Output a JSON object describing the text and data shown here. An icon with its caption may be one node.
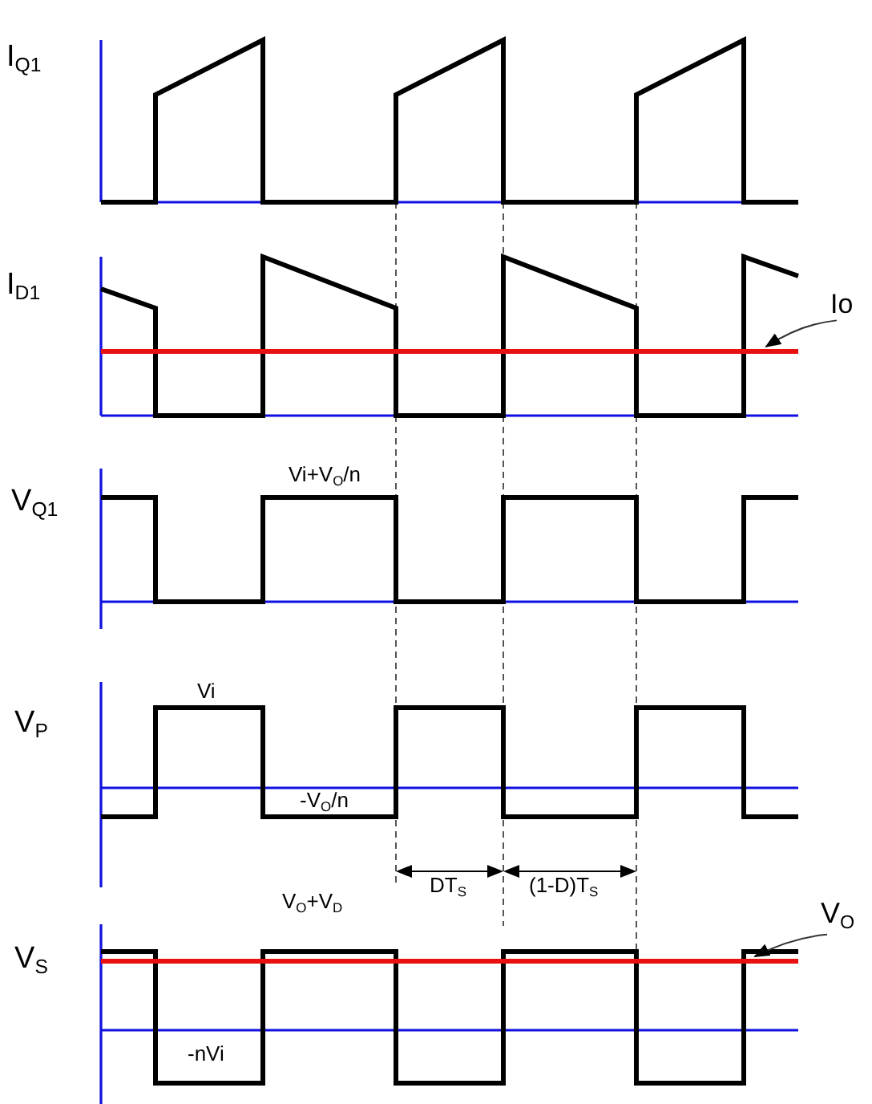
{
  "diagram": {
    "nodes": [
      {
        "text": [
          "Io"
        ]
      },
      {
        "text": [],
        "shape": "line"
      },
      {
        "text": [
          "V$_{O}$"
        ]
      },
      {
        "text": [],
        "shape": "line"
      }
    ],
    "edges": [
      {
        "from": 0,
        "to": 1,
        "arrow": "to"
      },
      {
        "from": 2,
        "to": 3,
        "arrow": "to"
      }
    ],
    "labels": [
      "I$_{Q1}$",
      "I$_{D1}$",
      "V$_{Q1}$",
      "Vi+V$_{O}$/n",
      "V$_{P}$",
      "Vi",
      "-V$_{O}$/n",
      "DT$_{S}$",
      "(1-D)T$_{S}$",
      "V$_{O}$+V$_{D}$",
      "V$_{S}$",
      "-nVi"
    ]
  }
}
